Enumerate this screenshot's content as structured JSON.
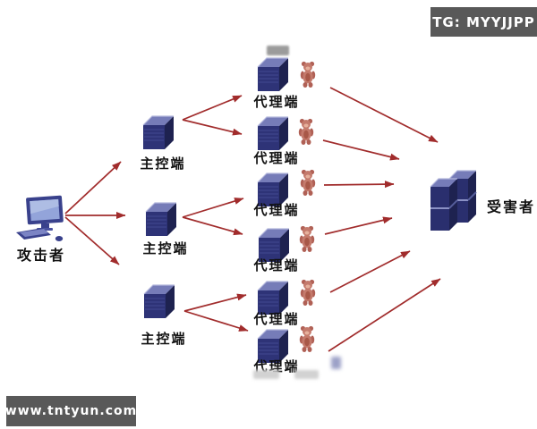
{
  "badges": {
    "top_right": {
      "text": "TG: MYYJJPP"
    },
    "bottom_left": {
      "text": "www.tntyun.com"
    }
  },
  "diagram": {
    "type": "network-topology",
    "attacker": {
      "label": "攻击者",
      "icon": "desktop-computer-icon"
    },
    "masters": [
      {
        "id": "master-1",
        "label": "主控端"
      },
      {
        "id": "master-2",
        "label": "主控端"
      },
      {
        "id": "master-3",
        "label": "主控端"
      }
    ],
    "agents": [
      {
        "id": "agent-1",
        "label": "代理端",
        "icon": "zombie-figure-icon"
      },
      {
        "id": "agent-2",
        "label": "代理端",
        "icon": "zombie-figure-icon"
      },
      {
        "id": "agent-3",
        "label": "代理端",
        "icon": "zombie-figure-icon"
      },
      {
        "id": "agent-4",
        "label": "代理端",
        "icon": "zombie-figure-icon"
      },
      {
        "id": "agent-5",
        "label": "代理端",
        "icon": "zombie-figure-icon"
      },
      {
        "id": "agent-6",
        "label": "代理端",
        "icon": "zombie-figure-icon"
      }
    ],
    "victim": {
      "label": "受害者",
      "icon": "server-stack-icon"
    },
    "connections": [
      {
        "from": "attacker",
        "to": "master-1"
      },
      {
        "from": "attacker",
        "to": "master-2"
      },
      {
        "from": "attacker",
        "to": "master-3"
      },
      {
        "from": "master-1",
        "to": "agent-1"
      },
      {
        "from": "master-1",
        "to": "agent-2"
      },
      {
        "from": "master-2",
        "to": "agent-3"
      },
      {
        "from": "master-2",
        "to": "agent-4"
      },
      {
        "from": "master-3",
        "to": "agent-5"
      },
      {
        "from": "master-3",
        "to": "agent-6"
      },
      {
        "from": "agent-1",
        "to": "victim"
      },
      {
        "from": "agent-2",
        "to": "victim"
      },
      {
        "from": "agent-3",
        "to": "victim"
      },
      {
        "from": "agent-4",
        "to": "victim"
      },
      {
        "from": "agent-5",
        "to": "victim"
      },
      {
        "from": "agent-6",
        "to": "victim"
      }
    ],
    "colors": {
      "arrow": "#a12c2c",
      "node_front": "#2e3377",
      "node_top": "#767cb8",
      "node_side": "#1e2250",
      "figure": "#c47a6c",
      "badge_bg": "#595959",
      "badge_text": "#ffffff",
      "label_text": "#111111",
      "background": "#ffffff"
    }
  }
}
